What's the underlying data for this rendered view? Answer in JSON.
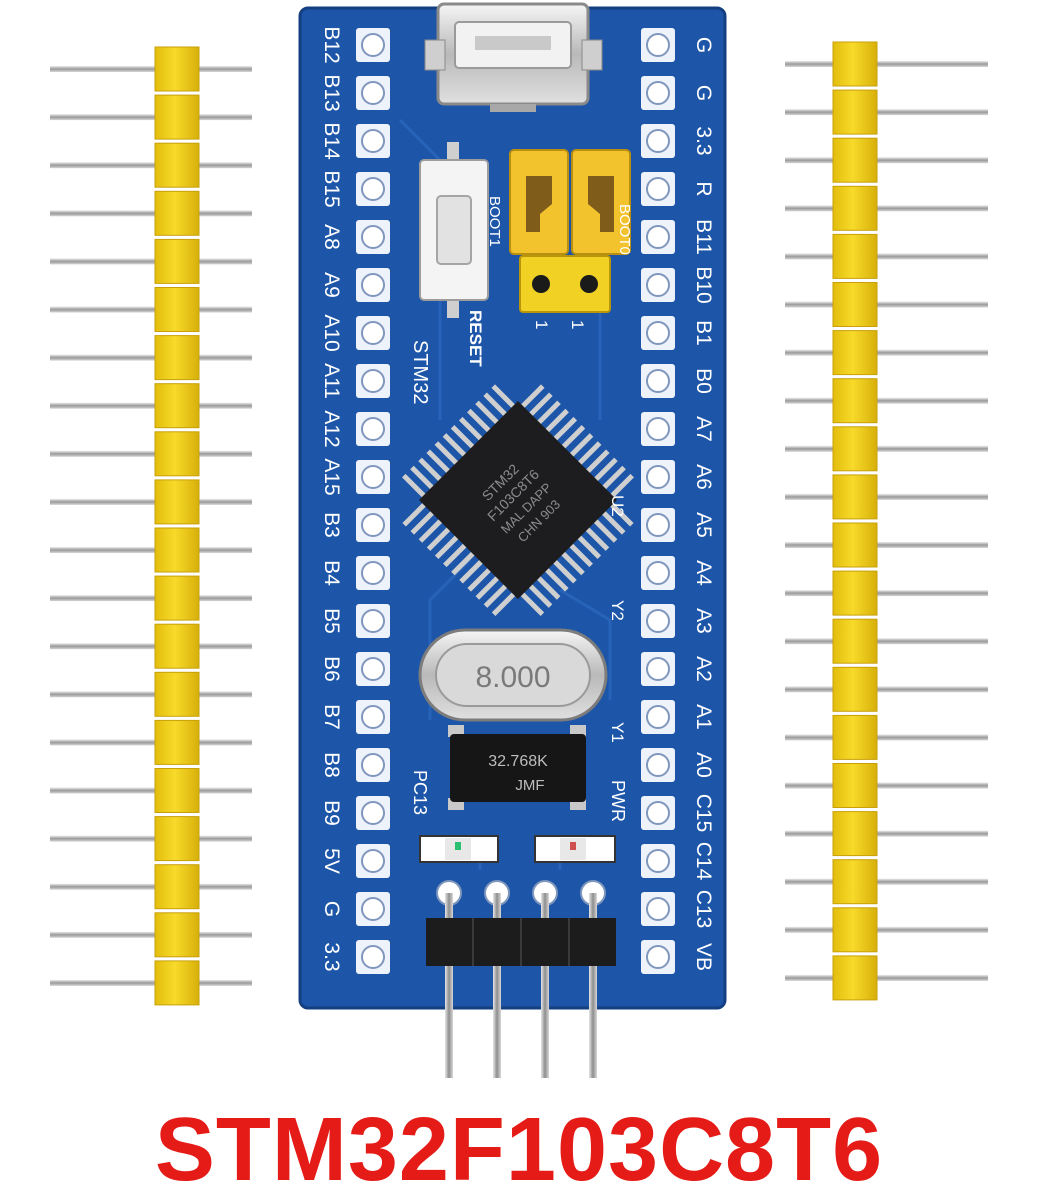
{
  "product": {
    "title": "STM32F103C8T6"
  },
  "board": {
    "left_pins": [
      "B12",
      "B13",
      "B14",
      "B15",
      "A8",
      "A9",
      "A10",
      "A11",
      "A12",
      "A15",
      "B3",
      "B4",
      "B5",
      "B6",
      "B7",
      "B8",
      "B9",
      "5V",
      "G",
      "3.3"
    ],
    "right_pins": [
      "G",
      "G",
      "3.3",
      "R",
      "B11",
      "B10",
      "B1",
      "B0",
      "A7",
      "A6",
      "A5",
      "A4",
      "A3",
      "A2",
      "A1",
      "A0",
      "C15",
      "C14",
      "C13",
      "VB"
    ],
    "silkscreen": {
      "brand": "STM32",
      "reset": "RESET",
      "boot0": "BOOT0",
      "boot1": "BOOT1",
      "jumper_left": "1",
      "jumper_right": "1",
      "chip_ref": "U2",
      "crystal_main_ref": "Y2",
      "crystal_rtc_ref": "Y1",
      "led_left": "PC13",
      "led_right": "PWR"
    },
    "crystal_main": "8.000",
    "crystal_rtc_line1": "32.768K",
    "crystal_rtc_line2": "JMF",
    "chip_marking": [
      "STM32",
      "F103C8T6",
      "MAL DAPP",
      "CHN 903"
    ]
  },
  "headers": {
    "pin_count_each": 20
  },
  "colors": {
    "pcb_blue": "#1d56a8",
    "header_yellow": "#f4d21a",
    "title_red": "#e51b17"
  }
}
